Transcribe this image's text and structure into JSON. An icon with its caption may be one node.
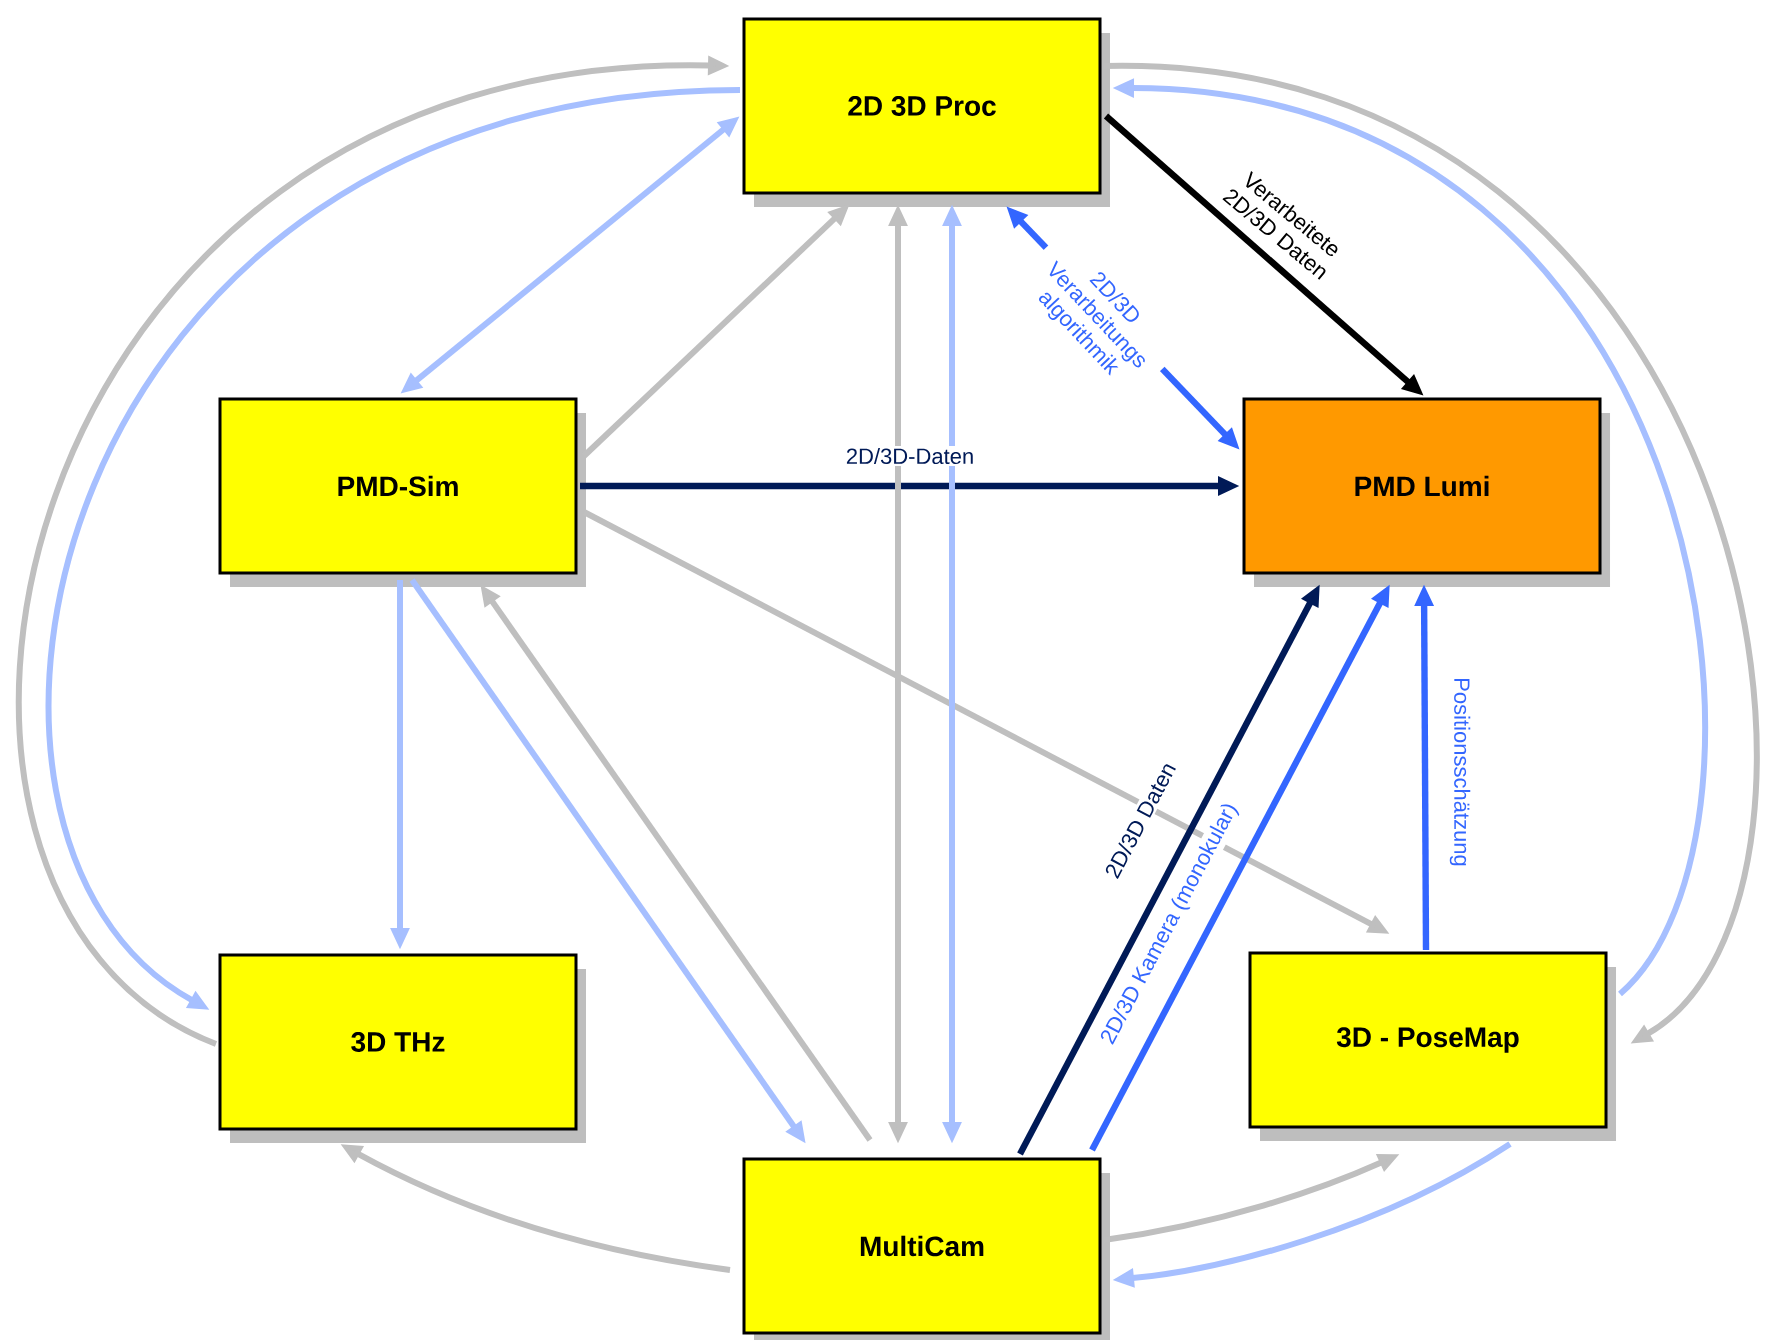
{
  "diagram": {
    "nodes": [
      {
        "text": [
          "2D 3D Proc"
        ]
      },
      {
        "text": [
          "PMD-Sim"
        ]
      },
      {
        "text": [
          "PMD Lumi"
        ]
      },
      {
        "text": [
          "3D THz"
        ]
      },
      {
        "text": [
          "3D - PoseMap"
        ]
      },
      {
        "text": [
          "MultiCam"
        ]
      }
    ],
    "edges": [
      {
        "from": 3,
        "to": 0,
        "arrow": "to"
      },
      {
        "from": 0,
        "to": 3,
        "arrow": "to",
        "color": "#a6bfff"
      },
      {
        "from": 0,
        "to": 1,
        "arrow": "both",
        "color": "#a6bfff"
      },
      {
        "from": 1,
        "to": 0,
        "arrow": "to"
      },
      {
        "from": 1,
        "to": 2,
        "arrow": "to",
        "label": "2D/3D-Daten",
        "color": "#001a57"
      },
      {
        "from": 1,
        "to": 4,
        "arrow": "to"
      },
      {
        "from": 1,
        "to": 3,
        "arrow": "to",
        "color": "#a6bfff"
      },
      {
        "from": 1,
        "to": 5,
        "arrow": "to",
        "color": "#a6bfff"
      },
      {
        "from": 5,
        "to": 1,
        "arrow": "to"
      },
      {
        "from": 0,
        "to": 5,
        "arrow": "both"
      },
      {
        "from": 0,
        "to": 5,
        "arrow": "both",
        "color": "#a6bfff"
      },
      {
        "from": 0,
        "to": 2,
        "arrow": "to",
        "label": "Verarbeitete 2D/3D Daten",
        "color": "#000000"
      },
      {
        "from": 0,
        "to": 2,
        "arrow": "both",
        "label": "2D/3D Verarbeitungs algorithmik",
        "color": "#3366ff"
      },
      {
        "from": 5,
        "to": 2,
        "arrow": "to",
        "label": "2D/3D Daten",
        "color": "#001a57"
      },
      {
        "from": 5,
        "to": 2,
        "arrow": "to",
        "label": "2D/3D Kamera (monokular)",
        "color": "#3366ff"
      },
      {
        "from": 4,
        "to": 2,
        "arrow": "to",
        "label": "Positionsschätzung",
        "color": "#3366ff"
      },
      {
        "from": 0,
        "to": 4,
        "arrow": "to"
      },
      {
        "from": 4,
        "to": 0,
        "arrow": "to",
        "color": "#a6bfff"
      },
      {
        "from": 5,
        "to": 4,
        "arrow": "to"
      },
      {
        "from": 4,
        "to": 5,
        "arrow": "to",
        "color": "#a6bfff"
      },
      {
        "from": 5,
        "to": 3,
        "arrow": "to"
      }
    ]
  }
}
